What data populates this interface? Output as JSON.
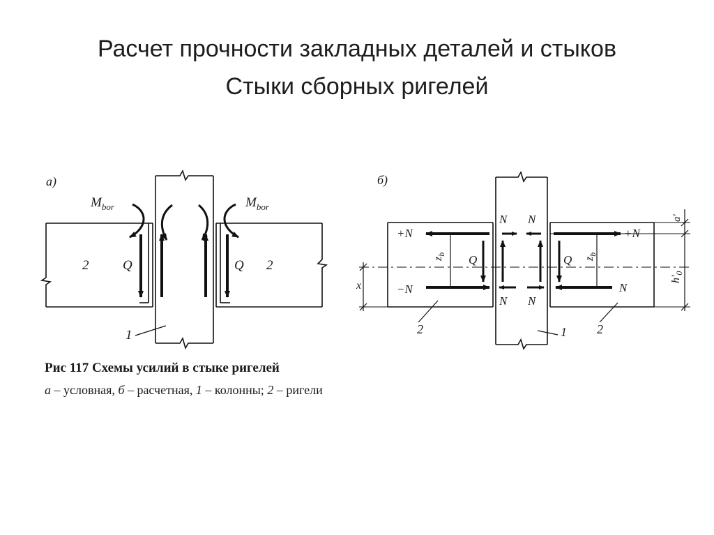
{
  "slide": {
    "title_line1": "Расчет прочности закладных деталей и стыков",
    "title_line2": "Стыки сборных ригелей"
  },
  "figure_a": {
    "panel_label": "а)",
    "moment_left": "M",
    "moment_left_sub": "bor",
    "moment_right": "M",
    "moment_right_sub": "bor",
    "shear_left": "Q",
    "shear_right": "Q",
    "beam_left_num": "2",
    "beam_right_num": "2",
    "column_num": "1"
  },
  "figure_b": {
    "panel_label": "б)",
    "plus_n": "+N",
    "minus_n": "−N",
    "n_label": "N",
    "zb": "z",
    "zb_sub": "b",
    "shear": "Q",
    "x_label": "x",
    "a_prime": "a'",
    "h0_prime": "h'",
    "h0_sub": "0",
    "beam_num": "2",
    "column_num": "1"
  },
  "caption": {
    "line1": "Рис  117  Схемы  усилий  в  стыке  ригелей",
    "line2_a": "а",
    "line2_a_text": " – условная,  ",
    "line2_b": "б",
    "line2_b_text": " – расчетная,  ",
    "line2_1": "1",
    "line2_1_text": " – колонны;  ",
    "line2_2": "2",
    "line2_2_text": " – ригели"
  }
}
